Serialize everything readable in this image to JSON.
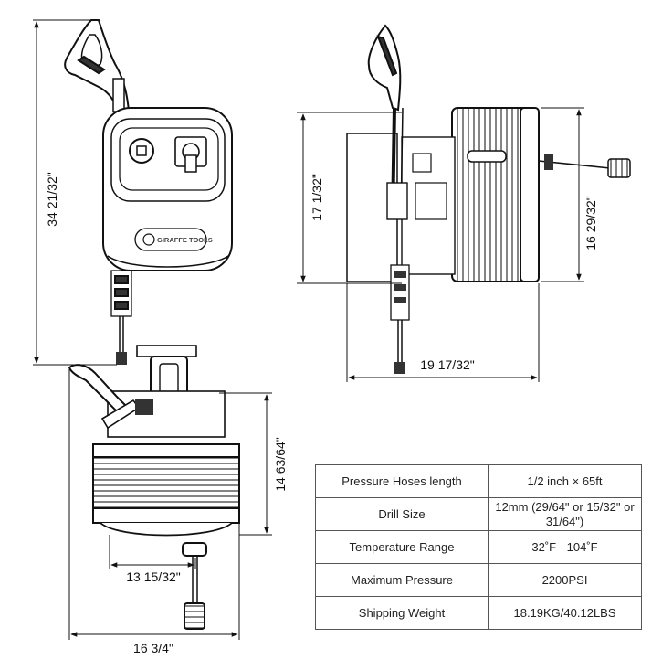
{
  "dimensions": {
    "front_height": "34 21/32\"",
    "side_height": "17 1/32\"",
    "side_drum_height": "16 29/32\"",
    "side_depth": "19 17/32\"",
    "top_height": "14 63/64\"",
    "top_inner_width": "13 15/32\"",
    "top_overall_width": "16 3/4\""
  },
  "brand_label": "GIRAFFE TOOLS",
  "specs": [
    {
      "label": "Pressure Hoses length",
      "value": "1/2 inch × 65ft"
    },
    {
      "label": "Drill Size",
      "value": "12mm (29/64\" or 15/32\" or 31/64\")"
    },
    {
      "label": "Temperature Range",
      "value": "32˚F - 104˚F"
    },
    {
      "label": "Maximum Pressure",
      "value": "2200PSI"
    },
    {
      "label": "Shipping Weight",
      "value": "18.19KG/40.12LBS"
    }
  ]
}
